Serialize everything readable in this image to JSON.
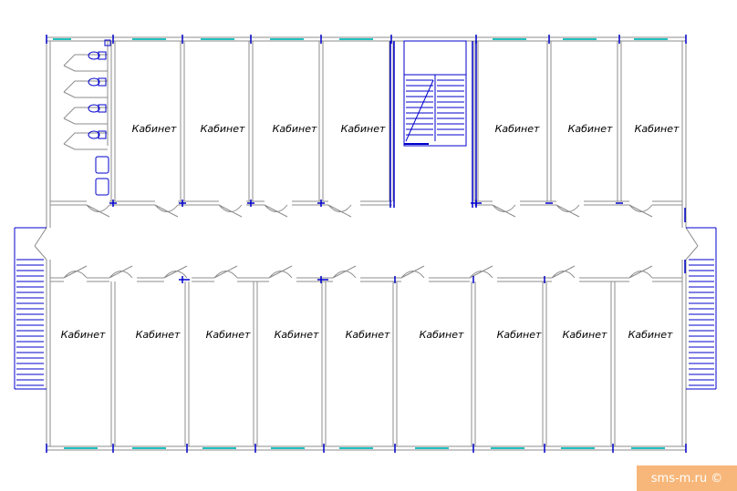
{
  "rooms_top": [
    "Кабинет",
    "Кабинет",
    "Кабинет",
    "Кабинет",
    "Кабинет",
    "Кабинет",
    "Кабинет"
  ],
  "rooms_bottom": [
    "Кабинет",
    "Кабинет",
    "Кабинет",
    "Кабинет",
    "Кабинет",
    "Кабинет",
    "Кабинет",
    "Кабинет",
    "Кабинет"
  ],
  "watermark": "sms-m.ru ©",
  "colors": {
    "wall": "#8c8c8c",
    "blue": "#0000cc",
    "window": "#20c0c0",
    "watermark_bg": "#f7b77a"
  }
}
